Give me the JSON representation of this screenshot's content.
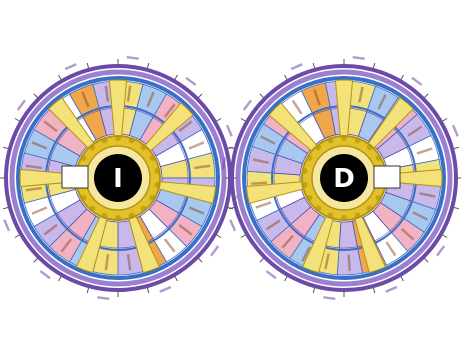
{
  "figure": {
    "charts": [
      {
        "name": "iris-chart-left",
        "center_letter": "I",
        "mirrored": false
      },
      {
        "name": "iris-chart-right",
        "center_letter": "D",
        "mirrored": true
      }
    ]
  },
  "colors": {
    "outer_ring": "#6b4aa8",
    "blue_ring": "#3a6fc7",
    "purple_ring": "#9b7fd0",
    "gold_band": "#e3c12a",
    "gold_dark": "#b59410",
    "pupil": "#000000",
    "yellow_sector": "#f3e27a",
    "pink_sector": "#f1b3c4",
    "lavender_sector": "#c9b8ea",
    "skyblue_sector": "#a8c8f0",
    "orange_sector": "#f0a64a",
    "brown_text": "#8a4a2a",
    "white": "#ffffff"
  }
}
